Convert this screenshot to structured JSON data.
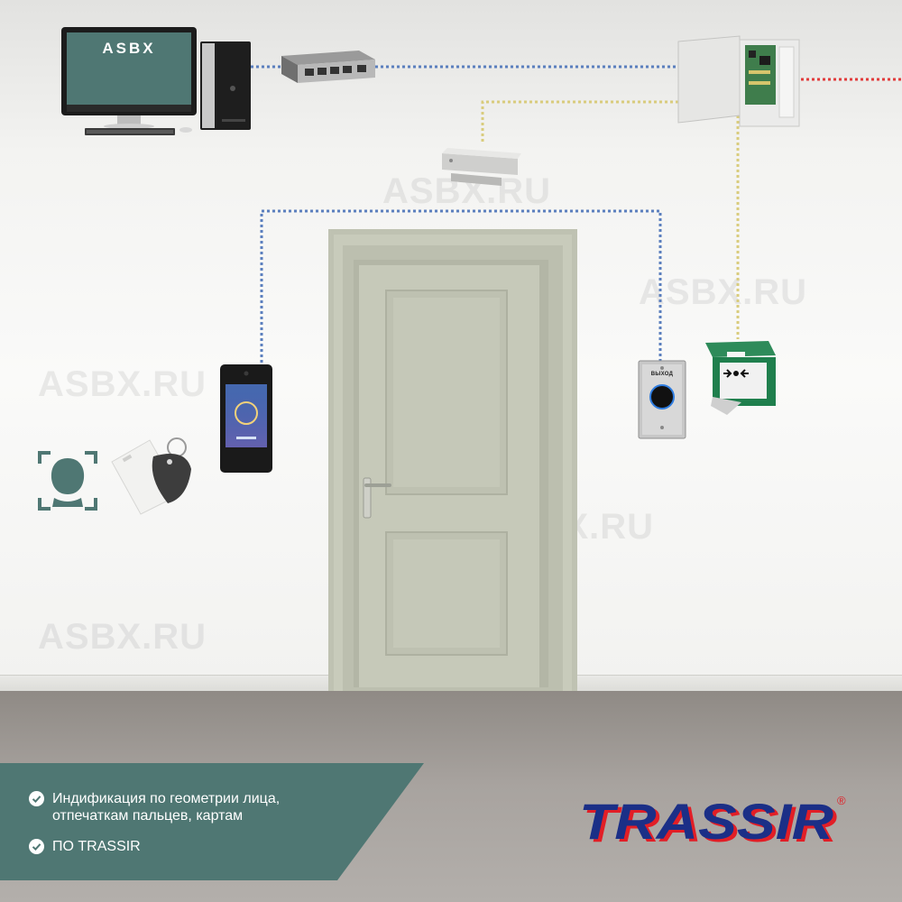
{
  "monitor": {
    "label": "ASBX"
  },
  "exit_button": {
    "label": "ВЫХОД"
  },
  "watermarks": [
    "ASBX.RU",
    "ASBX.RU",
    "ASBX.RU",
    "ASBX.RU",
    "ASBX.RU"
  ],
  "features": [
    {
      "text": "Индификация по геометрии лица,\nотпечаткам пальцев, картам",
      "icon": "check-circle-icon"
    },
    {
      "text": "ПО TRASSIR",
      "icon": "check-circle-icon"
    }
  ],
  "brand": {
    "name": "TRASSIR",
    "registered": "®",
    "primary_color": "#1b2f87",
    "accent_color": "#e21e26"
  },
  "colors": {
    "banner": "#4f7773",
    "door": "#c3c6b6",
    "wire_network": "#5b7fbe",
    "wire_power": "#d9cc7d",
    "wire_alarm": "#e23b3b"
  }
}
